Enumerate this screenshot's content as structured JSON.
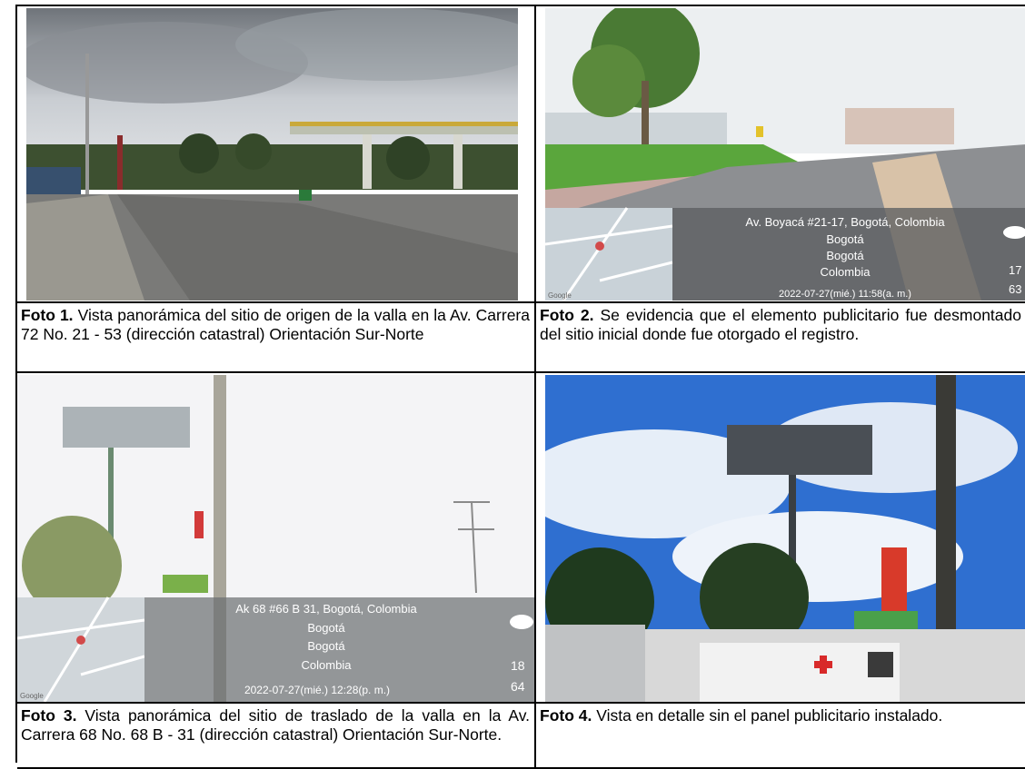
{
  "photos": [
    {
      "id": 1,
      "label": "Foto 1.",
      "caption": " Vista panorámica del sitio de origen de la valla en la Av. Carrera 72 No. 21 - 53 (dirección catastral) Orientación Sur-Norte"
    },
    {
      "id": 2,
      "label": "Foto 2.",
      "caption": " Se evidencia que el elemento publicitario fue desmontado del sitio inicial donde fue otorgado el registro.",
      "overlay": {
        "address": "Av. Boyacá #21-17, Bogotá, Colombia",
        "line1": "Bogotá",
        "line2": "Bogotá",
        "line3": "Colombia",
        "datetime": "2022-07-27(mié.)  11:58(a. m.)",
        "temp1": "17",
        "temp2": "63",
        "map_brand": "Google"
      }
    },
    {
      "id": 3,
      "label": "Foto 3.",
      "caption": " Vista panorámica del sitio de traslado de la valla en la Av. Carrera 68 No. 68 B - 31 (dirección catastral) Orientación Sur-Norte.",
      "overlay": {
        "address": "Ak 68 #66 B 31, Bogotá, Colombia",
        "line1": "Bogotá",
        "line2": "Bogotá",
        "line3": "Colombia",
        "datetime": "2022-07-27(mié.)  12:28(p. m.)",
        "temp1": "18",
        "temp2": "64",
        "map_brand": "Google"
      }
    },
    {
      "id": 4,
      "label": "Foto 4.",
      "caption": " Vista en detalle sin el panel publicitario instalado."
    }
  ]
}
